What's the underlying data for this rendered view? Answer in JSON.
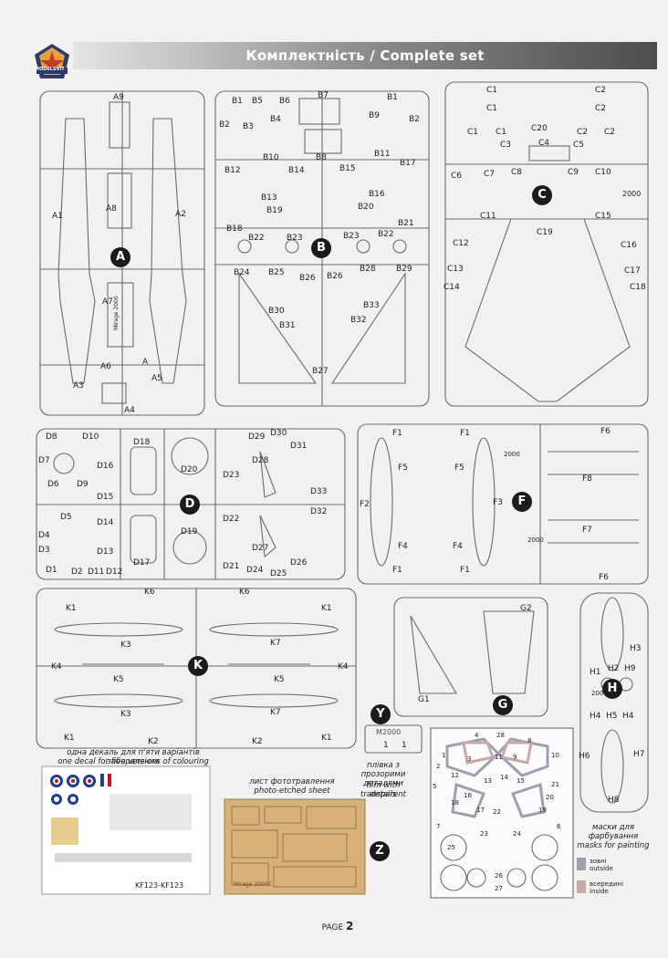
{
  "header": {
    "title": "Комплектність / Complete set",
    "logo_text": "MODELSVIT"
  },
  "sprues": {
    "A": {
      "letter": "A",
      "parts": [
        "A9",
        "A8",
        "A1",
        "A2",
        "A7",
        "A6",
        "A3",
        "A4",
        "A5"
      ],
      "marks": [
        "Mirage 2000",
        "A"
      ]
    },
    "B": {
      "letter": "B",
      "parts": [
        "B1",
        "B5",
        "B6",
        "B4",
        "B2",
        "B3",
        "B7",
        "B1",
        "B9",
        "B2",
        "B10",
        "B8",
        "B11",
        "B12",
        "B14",
        "B15",
        "B17",
        "B13",
        "B16",
        "B19",
        "B20",
        "B18",
        "B21",
        "B22",
        "B23",
        "B23",
        "B22",
        "B24",
        "B25",
        "B26",
        "B26",
        "B28",
        "B29",
        "B30",
        "B31",
        "B33",
        "B32",
        "B27"
      ]
    },
    "C": {
      "letter": "C",
      "parts": [
        "C1",
        "C2",
        "C1",
        "C2",
        "C20",
        "C1",
        "C2",
        "C1",
        "C2",
        "C3",
        "C4",
        "C5",
        "C6",
        "C7",
        "C8",
        "C9",
        "C10",
        "C11",
        "C15",
        "C19",
        "C12",
        "C16",
        "C13",
        "C17",
        "C14",
        "C18"
      ],
      "marks": [
        "2000"
      ]
    },
    "D": {
      "letter": "D",
      "parts": [
        "D8",
        "D10",
        "D7",
        "D6",
        "D9",
        "D5",
        "D4",
        "D3",
        "D1",
        "D2",
        "D11",
        "D12",
        "D16",
        "D15",
        "D14",
        "D13",
        "D18",
        "D17",
        "D20",
        "D19",
        "D23",
        "D22",
        "D21",
        "D24",
        "D29",
        "D30",
        "D31",
        "D28",
        "D33",
        "D32",
        "D27",
        "D26",
        "D25"
      ]
    },
    "F": {
      "letter": "F",
      "parts": [
        "F1",
        "F1",
        "F2",
        "F5",
        "F5",
        "F3",
        "F4",
        "F4",
        "F1",
        "F1",
        "F6",
        "F8",
        "F7",
        "F6"
      ],
      "marks": [
        "2000",
        "2000"
      ]
    },
    "K": {
      "letter": "K",
      "parts": [
        "K6",
        "K6",
        "K1",
        "K1",
        "K3",
        "K7",
        "K4",
        "K5",
        "K5",
        "K4",
        "K3",
        "K7",
        "K1",
        "K2",
        "K2",
        "K1"
      ]
    },
    "G": {
      "letter": "G",
      "parts": [
        "G2",
        "G1"
      ]
    },
    "H": {
      "letter": "H",
      "parts": [
        "H3",
        "H1",
        "H2",
        "H9",
        "H4",
        "H5",
        "H4",
        "H6",
        "H7",
        "H8"
      ],
      "marks": [
        "2000"
      ]
    },
    "Y": {
      "letter": "Y",
      "mark": "M2000",
      "parts": [
        "1",
        "1"
      ]
    },
    "Z": {
      "letter": "Z"
    }
  },
  "captions": {
    "decal": [
      "одна декаль для п'яти варіантів забарвлення",
      "one decal for five versions of colouring"
    ],
    "decal_code": "KF123-KF123",
    "photoetch": [
      "лист фототравлення",
      "photo-etched sheet"
    ],
    "photoetch_mark": "Mirage 2000C",
    "film": [
      "плівка з прозорими деталями",
      "film with transparent",
      "details"
    ],
    "masks": [
      "маски для",
      "фарбування",
      "masks for painting"
    ],
    "outside": [
      "зовні",
      "outside"
    ],
    "inside": [
      "всередині",
      "inside"
    ],
    "mask_numbers": [
      "1",
      "2",
      "3",
      "4",
      "28",
      "8",
      "9",
      "10",
      "11",
      "12",
      "13",
      "14",
      "15",
      "16",
      "17",
      "18",
      "19",
      "20",
      "21",
      "22",
      "23",
      "24",
      "25",
      "26",
      "27",
      "5",
      "6",
      "7"
    ]
  },
  "colors": {
    "outside": "#9aa1b0",
    "inside": "#c9a8a6",
    "sprue": "#6b6b6b",
    "photoetch": "#d8b07a"
  },
  "page": {
    "label": "PAGE",
    "number": "2"
  }
}
